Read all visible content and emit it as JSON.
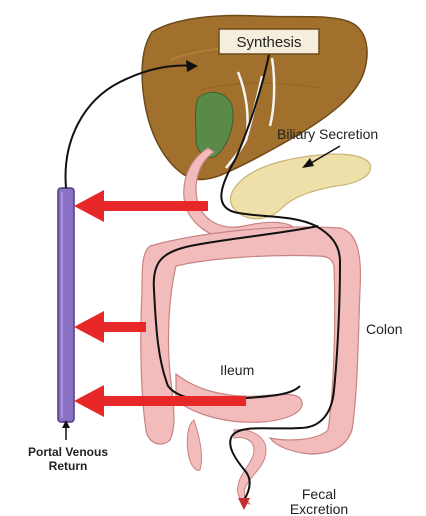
{
  "labels": {
    "synthesis": "Synthesis",
    "biliary_secretion": "Biliary Secretion",
    "colon": "Colon",
    "ileum": "Ileum",
    "portal_line1": "Portal Venous",
    "portal_line2": "Return",
    "fecal_line1": "Fecal",
    "fecal_line2": "Excretion"
  },
  "colors": {
    "liver": "#a0702c",
    "gallbladder": "#5a8a48",
    "pancreas": "#eee0a8",
    "intestine": "#f2bcbc",
    "intestine_outline": "#c88484",
    "portal_vein": "#8a72c4",
    "reabsorption_arrow": "#e82828",
    "pathway": "#111111"
  }
}
